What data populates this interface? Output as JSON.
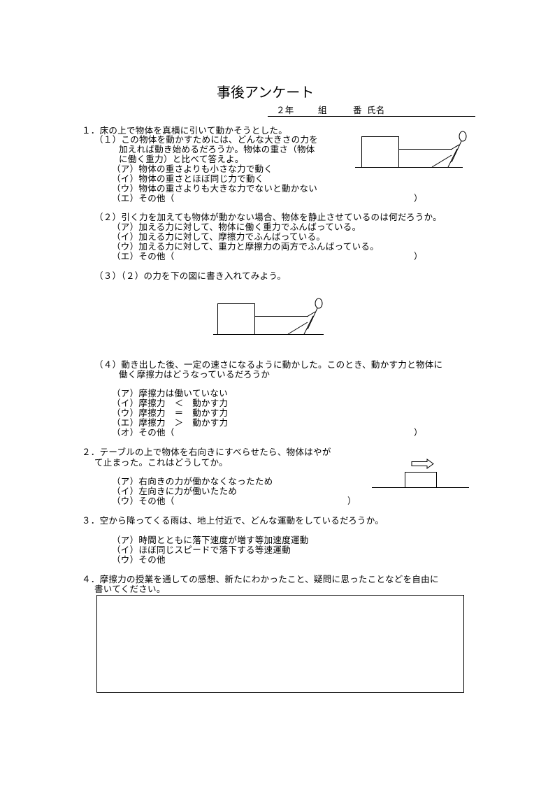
{
  "title": "事後アンケート",
  "header": {
    "grade": "２年",
    "class": "組",
    "number": "番",
    "name": "氏名"
  },
  "q1": {
    "stem": "１．床の上で物体を真横に引いて動かそうとした。",
    "sub1": {
      "lines": [
        "（１）この物体を動かすためには、どんな大きさの力を",
        "加えれば動き始めるだろうか。物体の重さ（物体",
        "に働く重力）と比べて答えよ。"
      ],
      "options": [
        "（ア）物体の重さよりも小さな力で動く",
        "（イ）物体の重さとほぼ同じ力で動く",
        "（ウ）物体の重さよりも大きな力でないと動かない",
        "（エ）その他（"
      ],
      "close": "）"
    },
    "sub2": {
      "lines": [
        "（２）引く力を加えても物体が動かない場合、物体を静止させているのは何だろうか。"
      ],
      "options": [
        "（ア）加える力に対して、物体に働く重力でふんばっている。",
        "（イ）加える力に対して、摩擦力でふんばっている。",
        "（ウ）加える力に対して、重力と摩擦力の両方でふんばっている。",
        "（エ）その他（"
      ],
      "close": "）"
    },
    "sub3": {
      "lines": [
        "（３）（２）の力を下の図に書き入れてみよう。"
      ]
    },
    "sub4": {
      "lines": [
        "（４）動き出した後、一定の速さになるように動かした。このとき、動かす力と物体に",
        "働く摩擦力はどうなっているだろうか"
      ],
      "options": [
        "（ア）摩擦力は働いていない",
        "（イ）摩擦力　＜　動かす力",
        "（ウ）摩擦力　＝　動かす力",
        "（エ）摩擦力　＞　動かす力",
        "（オ）その他（"
      ],
      "close": "）"
    }
  },
  "q2": {
    "lines": [
      "２．テーブルの上で物体を右向きにすべらせたら、物体はやが",
      "て止まった。これはどうしてか。"
    ],
    "options": [
      "（ア）右向きの力が働かなくなったため",
      "（イ）左向きに力が働いたため",
      "（ウ）その他（"
    ],
    "close": "）"
  },
  "q3": {
    "lines": [
      "３．空から降ってくる雨は、地上付近で、どんな運動をしているだろうか。"
    ],
    "options": [
      "（ア）時間とともに落下速度が増す等加速度運動",
      "（イ）ほぼ同じスピードで落下する等速運動",
      "（ウ）その他"
    ]
  },
  "q4": {
    "lines": [
      "４．摩擦力の授業を通しての感想、新たにわかったこと、疑問に思ったことなどを自由に",
      "書いてください。"
    ]
  }
}
